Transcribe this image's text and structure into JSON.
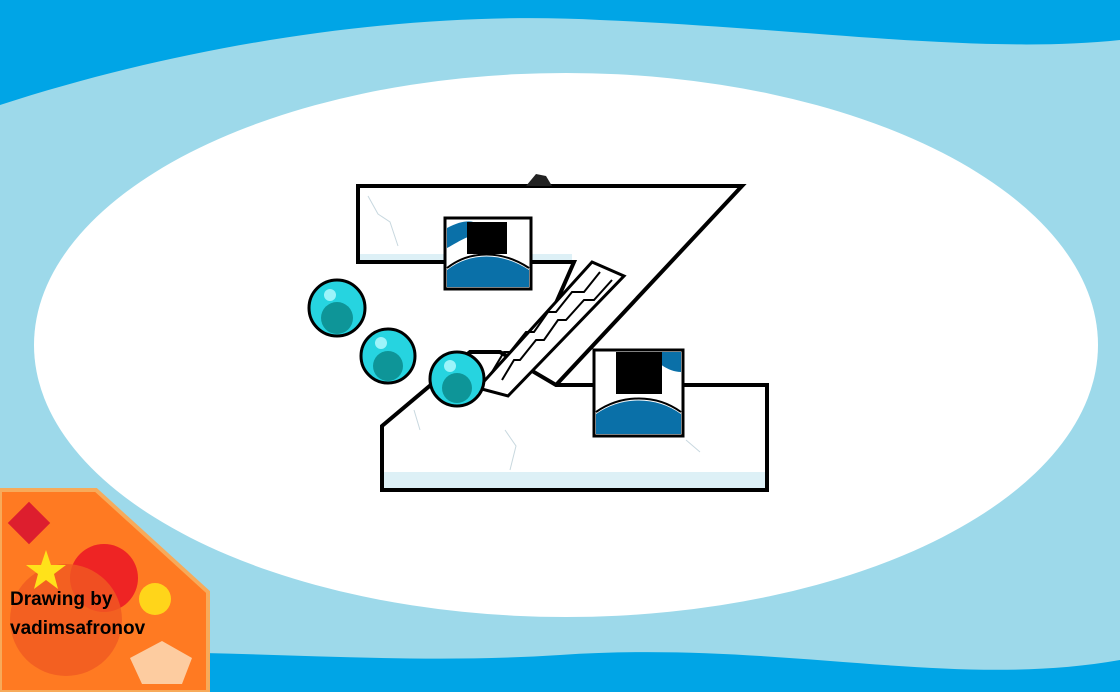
{
  "credit": {
    "line1": "Drawing by",
    "line2": "vadimsafronov"
  },
  "colors": {
    "background_outer": "#00A5E6",
    "background_band": "#9DD9EA",
    "background_oval": "#FFFFFF",
    "outline": "#000000",
    "ice_shadow": "#DDF0F6",
    "tile_blue": "#0A70A8",
    "gem_cyan": "#26D4E0",
    "gem_teal": "#0E9598",
    "gem_highlight": "#9CF4FA",
    "badge_orange": "#FF7A22",
    "badge_edge": "#F7AA5A",
    "badge_red": "#EE2424",
    "badge_yellow": "#FFE21A",
    "badge_peach": "#FDCCA0"
  },
  "scene": {
    "letter": "Z",
    "gem_count": 3,
    "tile_count": 2,
    "badge_shapes": [
      "red-diamond-icon",
      "yellow-star-icon",
      "red-circle-icon",
      "yellow-circle-icon",
      "peach-pentagon-icon"
    ]
  }
}
